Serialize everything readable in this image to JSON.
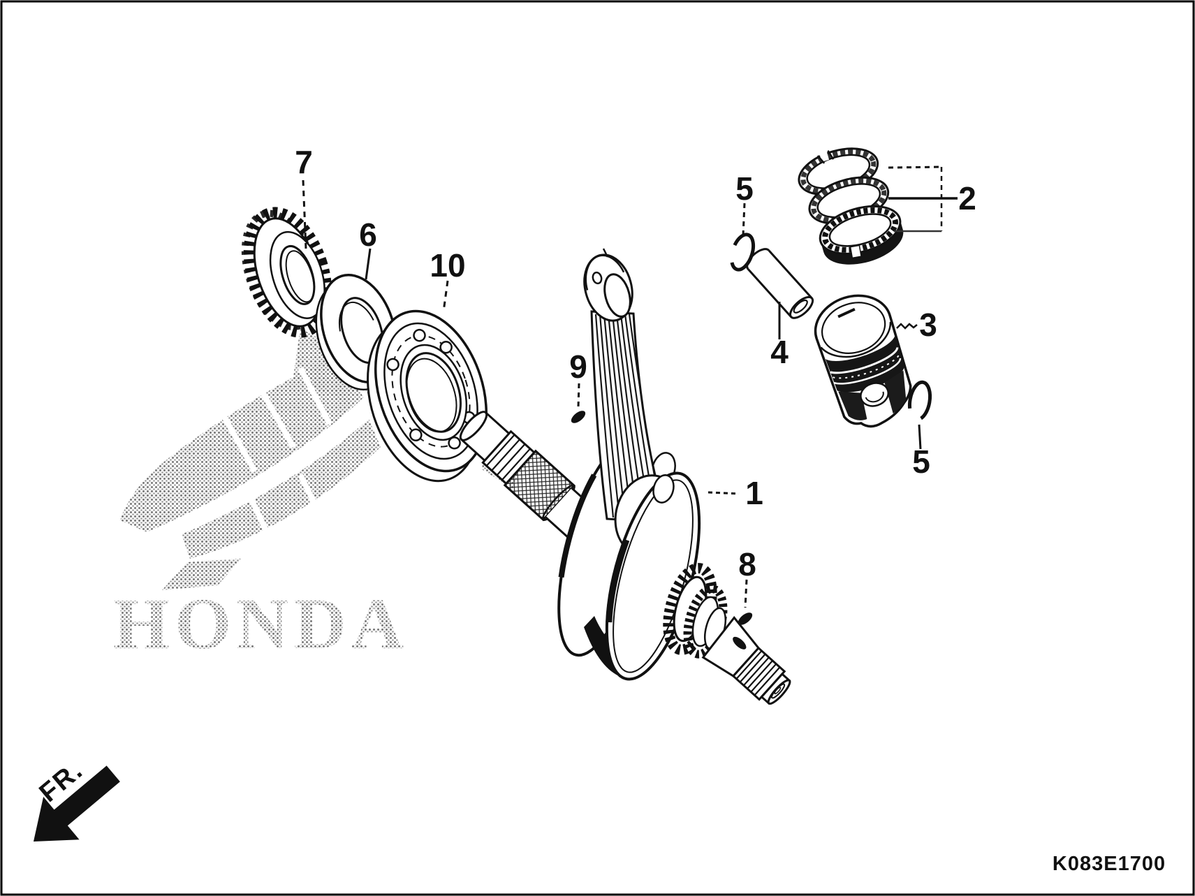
{
  "page": {
    "code": "K083E1700",
    "watermark": "HONDA",
    "front_label": "FR.",
    "background_color": "#ffffff",
    "line_color": "#111111",
    "watermark_dot_color": "#777777"
  },
  "callouts": [
    {
      "id": "1"
    },
    {
      "id": "2"
    },
    {
      "id": "3"
    },
    {
      "id": "4"
    },
    {
      "id": "5"
    },
    {
      "id": "5"
    },
    {
      "id": "6"
    },
    {
      "id": "7"
    },
    {
      "id": "8"
    },
    {
      "id": "9"
    },
    {
      "id": "10"
    }
  ]
}
